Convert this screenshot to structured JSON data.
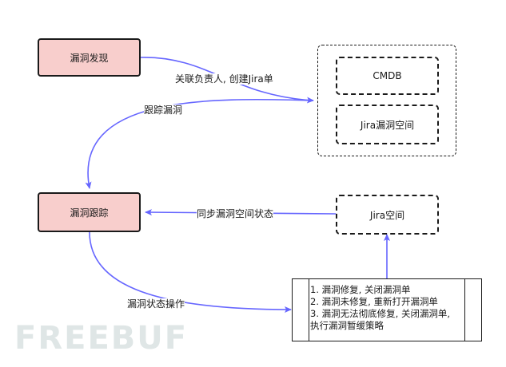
{
  "nodes": {
    "discover": "漏洞发现",
    "tracking": "漏洞跟踪",
    "cmdb": "CMDB",
    "jira_space": "Jira漏洞空间",
    "jira": "Jira空间"
  },
  "edges": {
    "link_owner": "关联负责人, 创建Jira单",
    "track": "跟踪漏洞",
    "sync": "同步漏洞空间状态",
    "status_op": "漏洞状态操作"
  },
  "process_lines": [
    "1. 漏洞修复, 关闭漏洞单",
    "2. 漏洞未修复, 重新打开漏洞单",
    "3. 漏洞无法彻底修复, 关闭漏洞单,",
    "执行漏洞暂缓策略"
  ],
  "watermark": "FREEBUF",
  "colors": {
    "node_fill": "#f8cecc",
    "edge": "#6666ff",
    "border": "#1a1a1a"
  }
}
